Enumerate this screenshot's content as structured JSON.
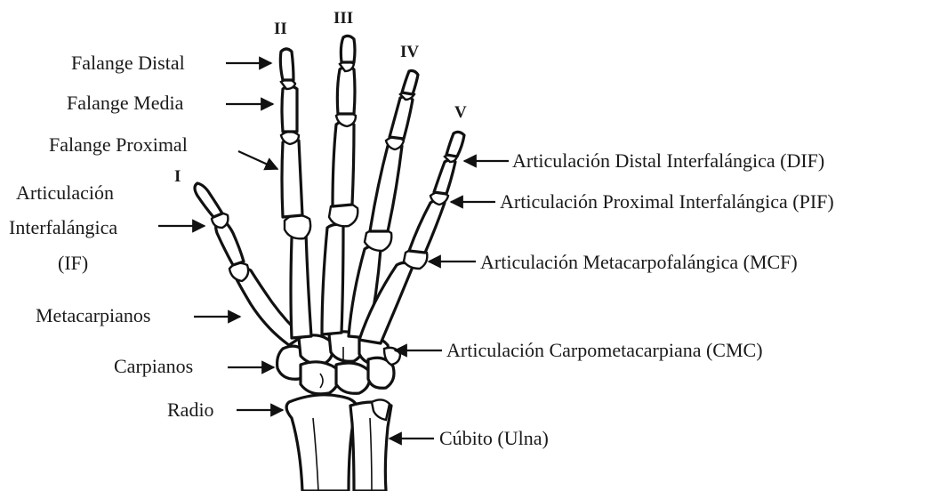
{
  "finger_numerals": {
    "I": "I",
    "II": "II",
    "III": "III",
    "IV": "IV",
    "V": "V"
  },
  "labels": {
    "falange_distal": "Falange Distal",
    "falange_media": "Falange Media",
    "falange_proximal": "Falange Proximal",
    "articulacion_if_line1": "Articulación",
    "articulacion_if_line2": "Interfalángica",
    "articulacion_if_line3": "(IF)",
    "metacarpianos": "Metacarpianos",
    "carpianos": "Carpianos",
    "radio": "Radio",
    "cubito": "Cúbito (Ulna)",
    "dif": "Articulación Distal Interfalángica (DIF)",
    "pif": "Articulación Proximal Interfalángica (PIF)",
    "mcf": "Articulación Metacarpofalángica (MCF)",
    "cmc": "Articulación Carpometacarpiana (CMC)"
  },
  "colors": {
    "ink": "#111111",
    "bone_fill": "#ffffff",
    "background": "#ffffff"
  }
}
